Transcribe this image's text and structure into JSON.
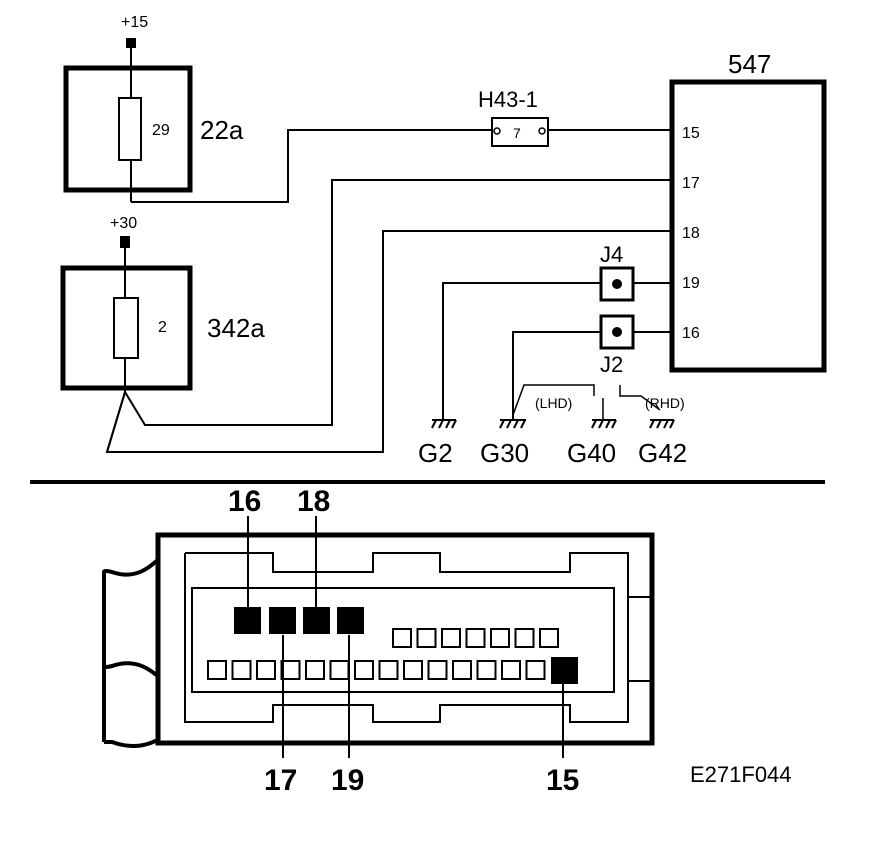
{
  "power": {
    "plus15": "+15",
    "plus30": "+30"
  },
  "fuses": [
    {
      "number": "29",
      "name": "22a"
    },
    {
      "number": "2",
      "name": "342a"
    }
  ],
  "connector_h43": {
    "name": "H43-1",
    "pin": "7"
  },
  "module": {
    "name": "547",
    "pins": [
      "15",
      "17",
      "18",
      "19",
      "16"
    ]
  },
  "junctions": {
    "j4": "J4",
    "j2": "J2"
  },
  "grounds": {
    "g2": "G2",
    "g30": "G30",
    "g40": "G40",
    "g42": "G42",
    "lhd": "(LHD)",
    "rhd": "(RHD)"
  },
  "connector_pinout": {
    "top_labels": [
      "16",
      "18"
    ],
    "bottom_labels": [
      "17",
      "19",
      "15"
    ]
  },
  "figure_id": "E271F044"
}
